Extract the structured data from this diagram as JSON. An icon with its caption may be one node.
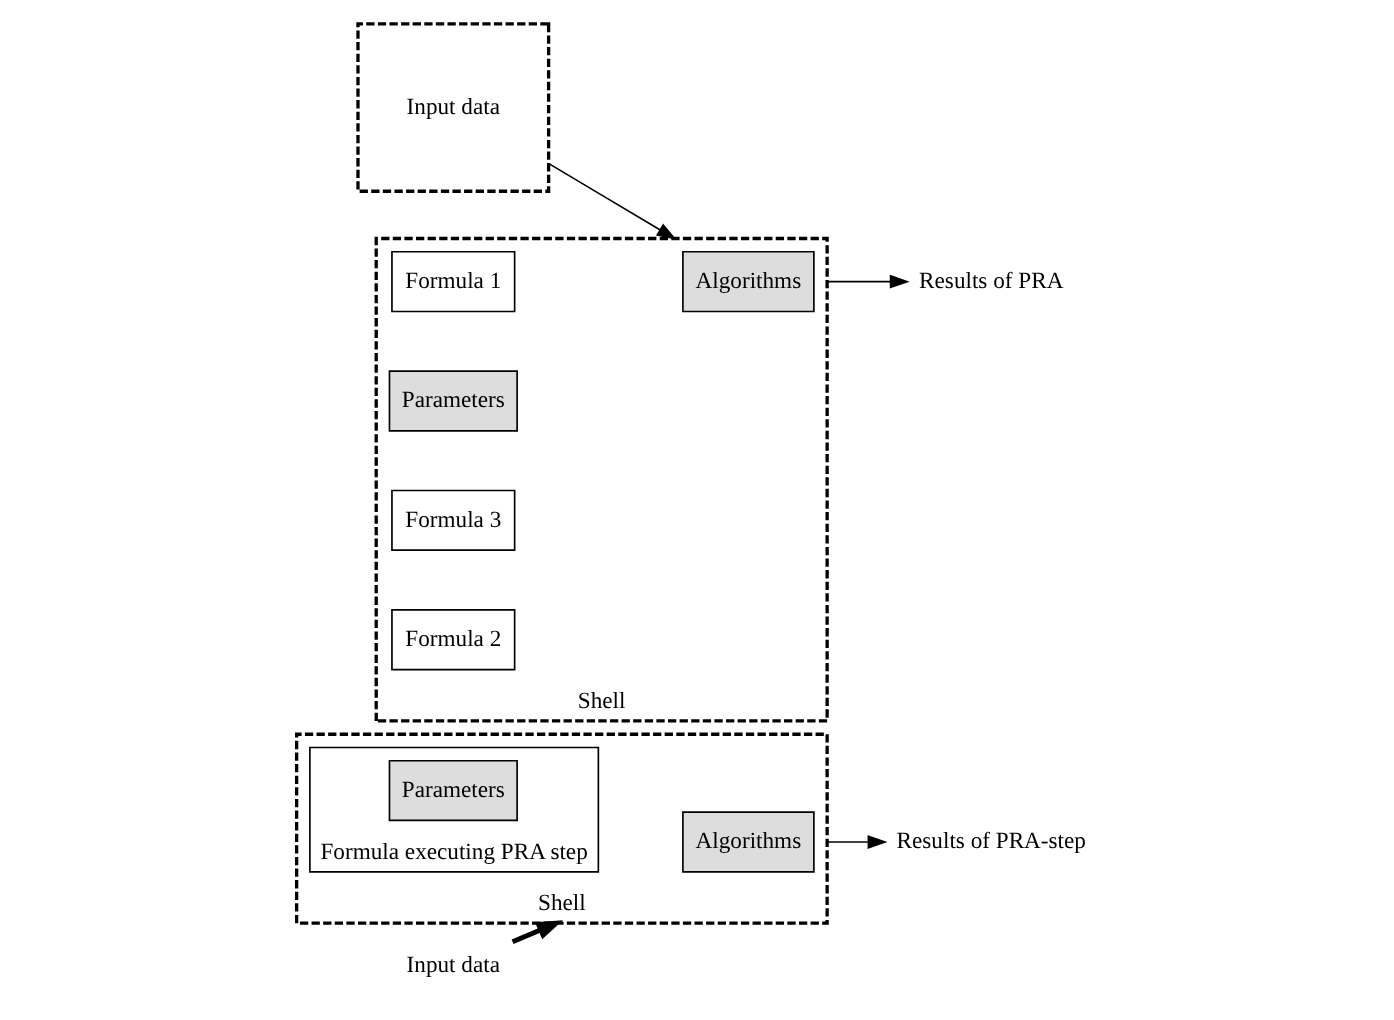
{
  "diagram": {
    "nodes": [
      {
        "text": [
          "Shell"
        ]
      },
      {
        "text": [
          "Algorithms"
        ],
        "in": 0
      },
      {
        "text": [
          "Formula executing PRA step"
        ],
        "in": 0
      },
      {
        "text": [
          "Parameters"
        ],
        "in": 2
      },
      {
        "text": [
          "Input data"
        ]
      },
      {
        "text": [
          "Results of PRA-step"
        ]
      },
      {
        "text": [
          "Input data"
        ]
      },
      {
        "text": [
          "Shell"
        ]
      },
      {
        "text": [
          "Algorithms"
        ],
        "in": 7
      },
      {
        "text": [
          "Formula 1"
        ],
        "in": 7
      },
      {
        "text": [
          "Parameters"
        ],
        "in": 7
      },
      {
        "text": [
          "Formula 3"
        ],
        "in": 7
      },
      {
        "text": [
          "Formula 2"
        ],
        "in": 7
      },
      {
        "text": [
          "Results of PRA"
        ]
      }
    ],
    "edges": [
      {
        "from": 4,
        "to": 0,
        "arrow": "to",
        "style": "thick"
      },
      {
        "from": 0,
        "to": 5,
        "arrow": "to"
      },
      {
        "from": 6,
        "to": 7,
        "arrow": "to"
      },
      {
        "from": 7,
        "to": 13,
        "arrow": "to"
      }
    ]
  }
}
